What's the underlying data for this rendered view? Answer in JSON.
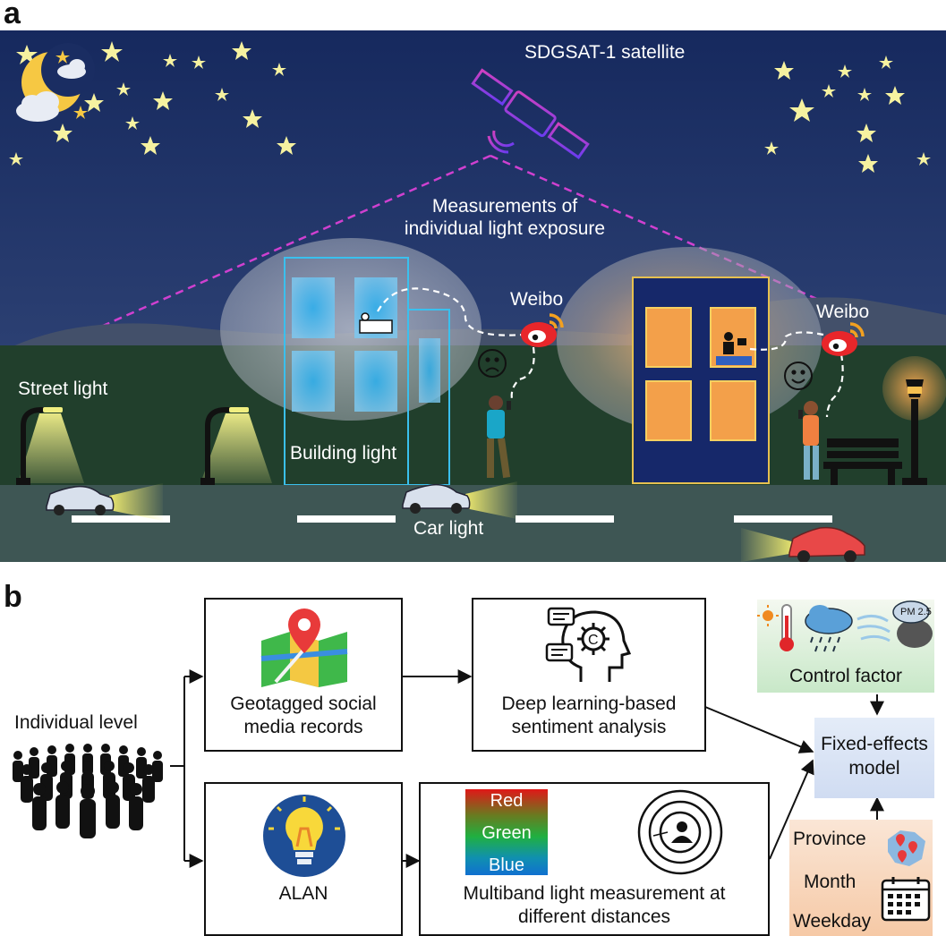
{
  "panel_a": {
    "label": "a",
    "satellite_label": "SDGSAT-1 satellite",
    "measurement_label_line1": "Measurements of",
    "measurement_label_line2": "individual light exposure",
    "weibo_left": "Weibo",
    "weibo_right": "Weibo",
    "street_light": "Street light",
    "building_light": "Building light",
    "car_light": "Car light"
  },
  "panel_b": {
    "label": "b",
    "individual_level": "Individual level",
    "geotagged_line1": "Geotagged social",
    "geotagged_line2": "media records",
    "deep_line1": "Deep learning-based",
    "deep_line2": "sentiment analysis",
    "alan": "ALAN",
    "multiband_line1": "Multiband light measurement at",
    "multiband_line2": "different distances",
    "band_red": "Red",
    "band_green": "Green",
    "band_blue": "Blue",
    "control_factor": "Control factor",
    "pm_badge": "PM 2.5",
    "fixed_line1": "Fixed-effects",
    "fixed_line2": "model",
    "province": "Province",
    "month": "Month",
    "weekday": "Weekday"
  },
  "colors": {
    "sky_top": "#1a2f66",
    "sky_bottom": "#32497a",
    "ground": "#1f3d2a",
    "road": "#3f5754",
    "satellite": "#c040d0",
    "building_blue": "#3aa8e0",
    "building_orange": "#e88a30",
    "weibo_red": "#e02020",
    "control_bg": "#d8efd8",
    "fixed_bg": "#dde6f6",
    "temporal_bg": "#f8d6bd"
  }
}
